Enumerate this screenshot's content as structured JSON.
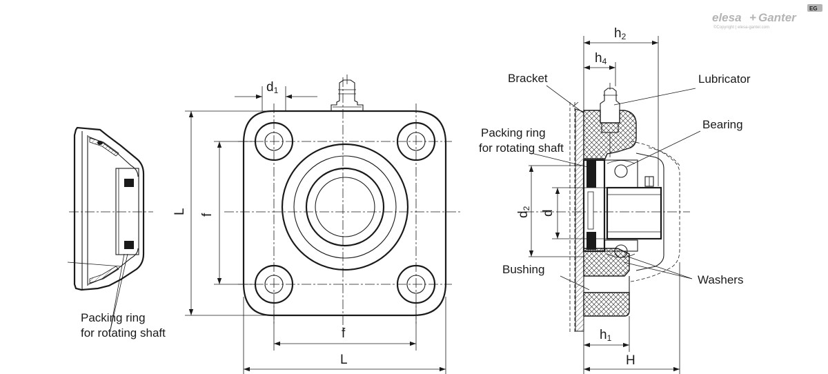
{
  "logo": {
    "brand_left": "elesa",
    "brand_plus": "+",
    "brand_right": "Ganter",
    "badge": "EG",
    "copyright": "©Copyright | elesa-ganter.com"
  },
  "labels": {
    "left_packing_ring_line1": "Packing ring",
    "left_packing_ring_line2": "for rotating shaft",
    "bracket": "Bracket",
    "lubricator": "Lubricator",
    "bearing": "Bearing",
    "packing_ring_line1": "Packing ring",
    "packing_ring_line2": "for rotating shaft",
    "bushing": "Bushing",
    "washers": "Washers"
  },
  "dimensions": {
    "d1_main": "d",
    "d1_sub": "1",
    "f_vertical": "f",
    "L_vertical": "L",
    "f_horizontal": "f",
    "L_horizontal": "L",
    "h2_main": "h",
    "h2_sub": "2",
    "h4_main": "h",
    "h4_sub": "4",
    "d2_main": "d",
    "d2_sub": "2",
    "d": "d",
    "h1_main": "h",
    "h1_sub": "1",
    "H": "H"
  }
}
